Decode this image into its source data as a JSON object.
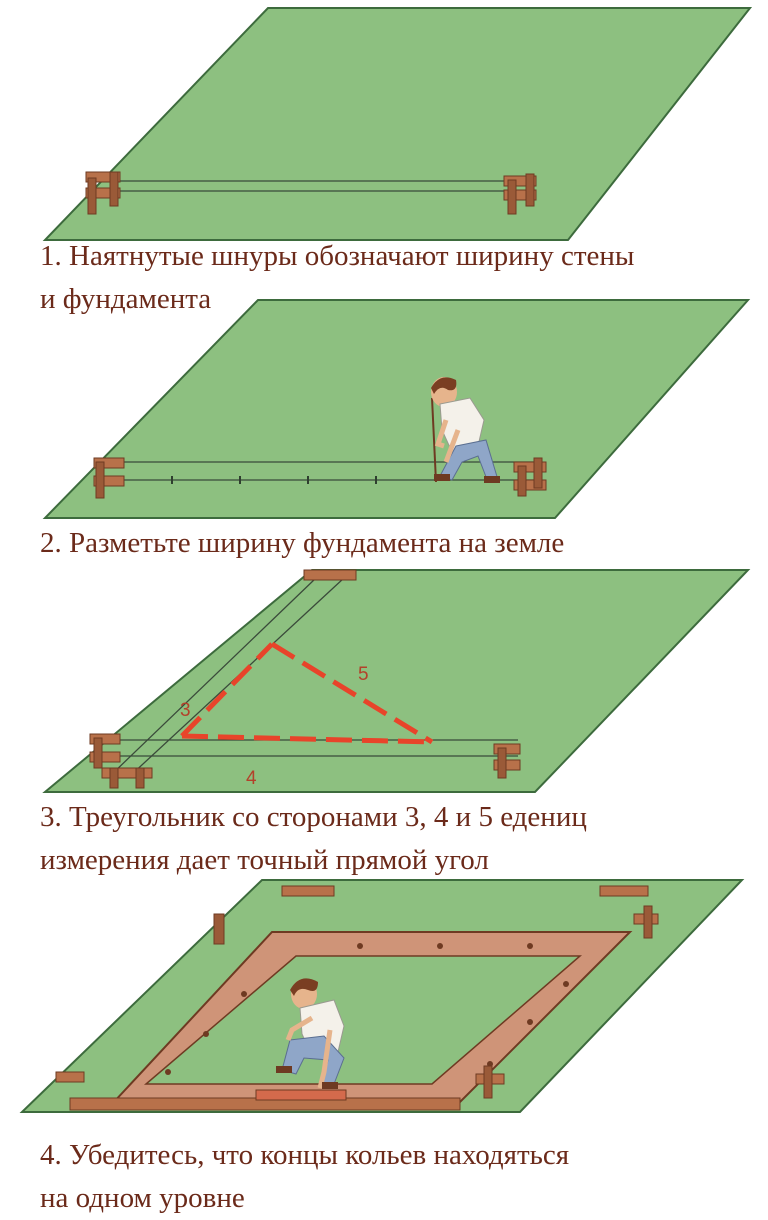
{
  "steps": [
    {
      "caption": "1. Наятнутые шнуры обозначают ширину стены\nи фундамента"
    },
    {
      "caption": "2. Разметьте ширину фундамента на земле"
    },
    {
      "caption": "3. Треугольник со сторонами 3, 4 и 5 едениц\nизмерения дает точный прямой угол"
    },
    {
      "caption": "4. Убедитесь, что концы кольев находяться\nна одном уровне"
    }
  ],
  "triangle_labels": {
    "side_a": "3",
    "side_b": "4",
    "hypotenuse": "5"
  },
  "colors": {
    "grass": "#8dc080",
    "grass_edge": "#3d6b3d",
    "wood": "#b8714a",
    "wood_dark": "#6e3a22",
    "triangle": "#e8442a",
    "caption_text": "#6b2a1a",
    "shirt": "#f4f1ea",
    "jeans": "#8fa6c8",
    "skin": "#e6b48c",
    "hair": "#7a3e22"
  }
}
